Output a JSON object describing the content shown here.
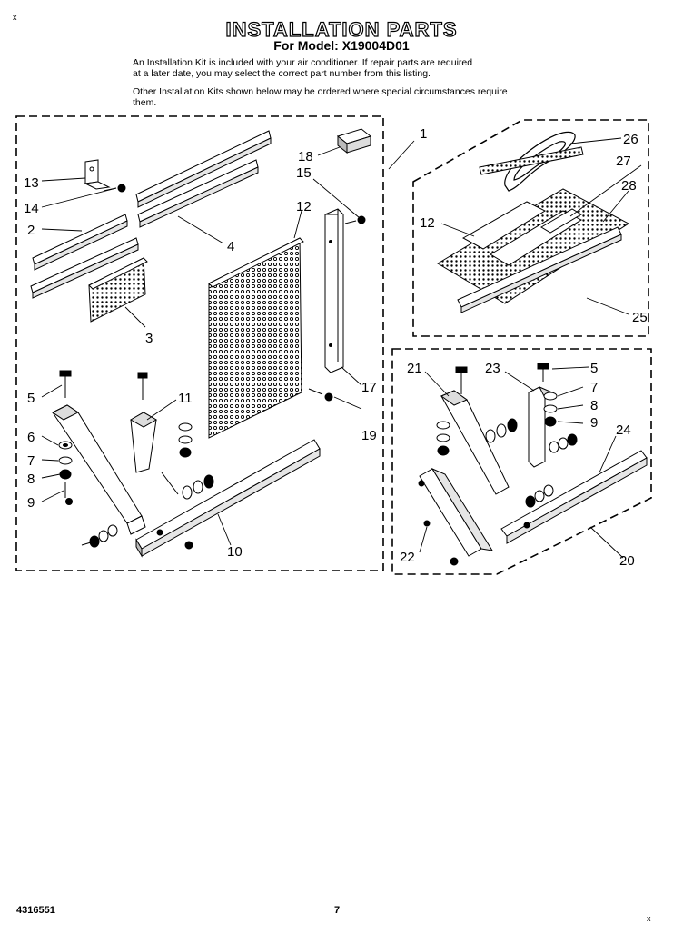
{
  "page": {
    "corner_mark_tl": "x",
    "corner_mark_br": "x",
    "title": "INSTALLATION PARTS",
    "subtitle": "For Model: X19004D01",
    "paragraph1_line1": "An Installation Kit is included with your air conditioner. If repair parts are required",
    "paragraph1_line2": "at a later date, you may select the correct part number from this listing.",
    "paragraph2_line1": "Other Installation Kits shown below may be ordered where special circumstances require",
    "paragraph2_line2": "them.",
    "doc_number": "4316551",
    "page_number": "7"
  },
  "diagram": {
    "kit_main_label": "1",
    "kit_top_right_label": "25",
    "kit_bottom_right_label": "20",
    "main_labels": [
      "13",
      "14",
      "2",
      "4",
      "3",
      "18",
      "15",
      "12",
      "5",
      "11",
      "6",
      "7",
      "8",
      "9",
      "17",
      "19",
      "10"
    ],
    "top_right_labels": [
      "26",
      "27",
      "28",
      "12"
    ],
    "bottom_right_labels": [
      "21",
      "23",
      "5",
      "7",
      "8",
      "9",
      "24",
      "22"
    ]
  }
}
